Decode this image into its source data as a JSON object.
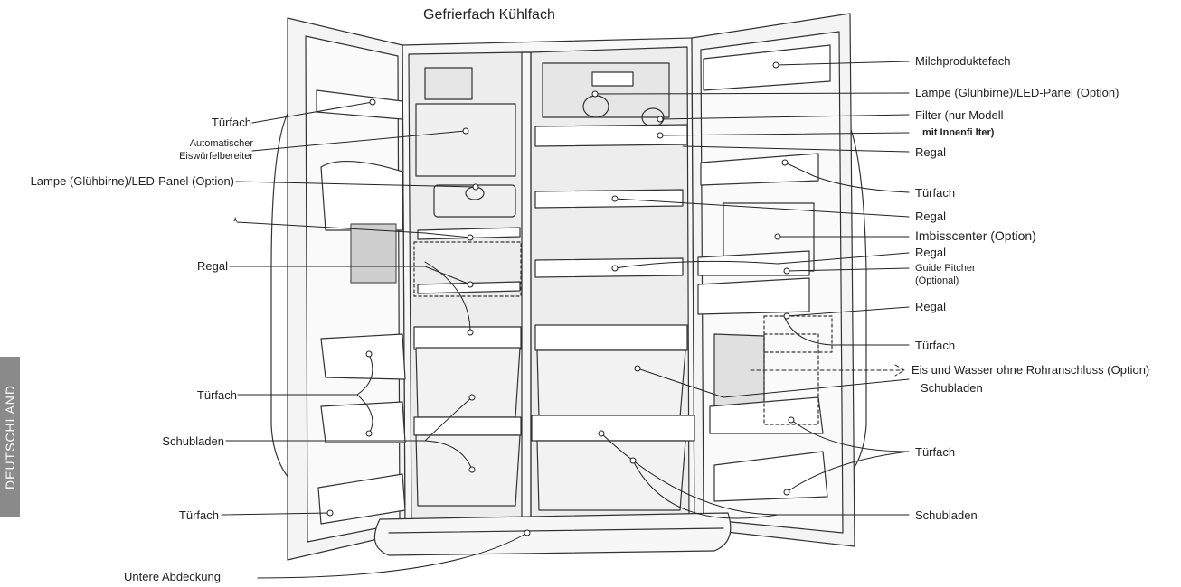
{
  "title": "Gefrierfach Kühlfach",
  "side_tab": "DEUTSCHLAND",
  "labels_left": {
    "tuerfach_1": "Türfach",
    "eisbereiter_1": "Automatischer",
    "eisbereiter_2": "Eiswürfelbereiter",
    "lampe": "Lampe (Glühbirne)/LED-Panel (Option)",
    "asterisk": "*",
    "regal": "Regal",
    "tuerfach_2": "Türfach",
    "schubladen": "Schubladen",
    "tuerfach_3": "Türfach",
    "untere_abdeckung": "Untere Abdeckung"
  },
  "labels_right": {
    "milchprodukte": "Milchproduktefach",
    "lampe": "Lampe (Glühbirne)/LED-Panel (Option)",
    "filter_1": "Filter (nur Modell",
    "filter_2": "mit Innenfi lter)",
    "regal_1": "Regal",
    "tuerfach_1": "Türfach",
    "regal_2": "Regal",
    "imbisscenter": "Imbisscenter (Option)",
    "regal_3": "Regal",
    "guide_pitcher_1": "Guide Pitcher",
    "guide_pitcher_2": "(Optional)",
    "regal_4": "Regal",
    "tuerfach_2": "Türfach",
    "eis_wasser": "Eis und Wasser ohne Rohranschluss (Option)",
    "schubladen_1": "Schubladen",
    "tuerfach_3": "Türfach",
    "schubladen_2": "Schubladen"
  }
}
